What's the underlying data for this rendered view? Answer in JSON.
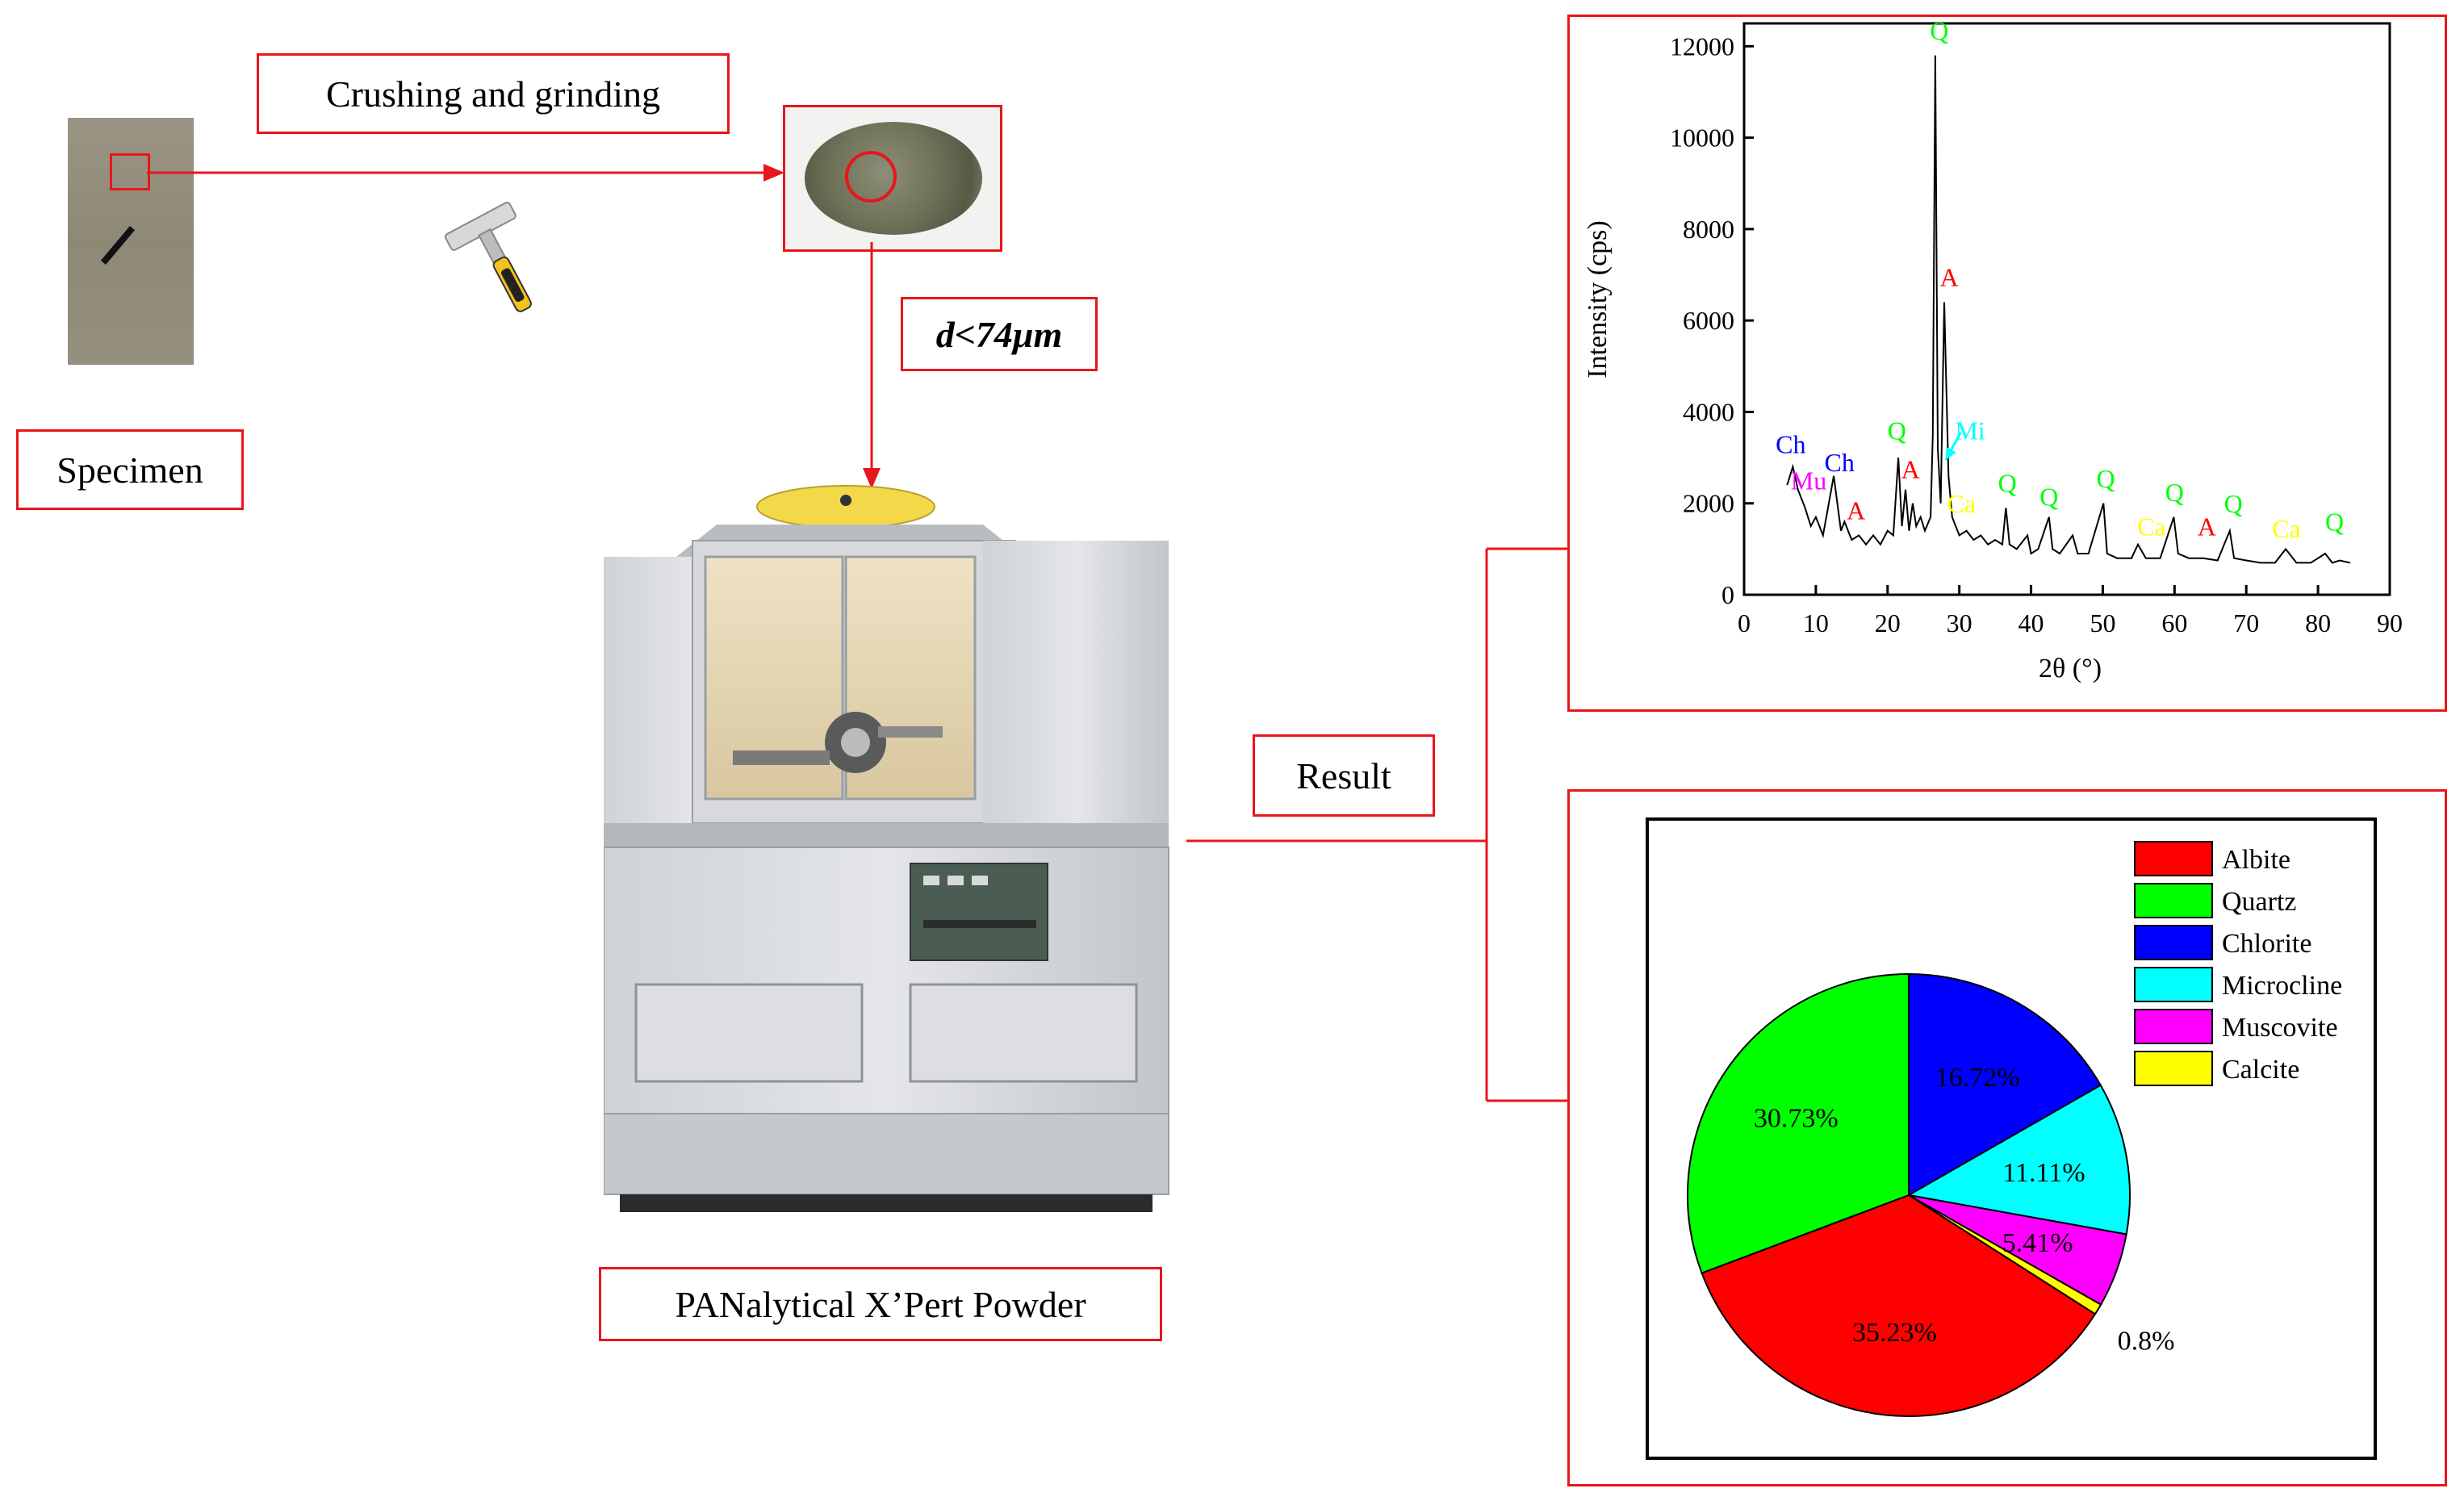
{
  "labels": {
    "crushing": "Crushing and grinding",
    "specimen": "Specimen",
    "particle_size": "d<74μm",
    "instrument": "PANalytical X’Pert Powder",
    "result": "Result"
  },
  "colors": {
    "accent_red": "#e8161b",
    "albite": "#ff0000",
    "quartz": "#00ff00",
    "chlorite": "#0000ff",
    "microcline": "#00ffff",
    "muscovite": "#ff00ff",
    "calcite": "#ffff00"
  },
  "icons": {
    "hammer": "hammer-icon",
    "specimen": "rock-specimen-photo",
    "powder": "rock-powder-photo",
    "instrument": "xrd-diffractometer-photo"
  },
  "chart_data": [
    {
      "type": "line",
      "xlabel": "2θ (°)",
      "ylabel": "Intensity (cps)",
      "xlim": [
        0,
        90
      ],
      "ylim": [
        0,
        12500
      ],
      "x_ticks": [
        0,
        10,
        20,
        30,
        40,
        50,
        60,
        70,
        80,
        90
      ],
      "y_ticks": [
        0,
        2000,
        4000,
        6000,
        8000,
        10000,
        12000
      ],
      "series": [
        {
          "x": [
            6,
            6.8,
            7.5,
            8.5,
            9.3,
            10,
            11,
            12.5,
            13.5,
            14,
            15,
            16,
            17,
            18,
            19,
            20,
            20.8,
            21.5,
            22,
            22.5,
            23,
            23.5,
            24,
            24.6,
            25.2,
            26,
            26.3,
            26.65,
            27,
            27.4,
            27.9,
            28.5,
            29,
            29.5,
            30,
            31,
            32,
            33,
            34,
            35,
            36,
            36.5,
            37,
            38,
            39.5,
            40,
            41,
            42.5,
            43,
            44,
            45.8,
            46.5,
            48,
            50.1,
            50.6,
            52,
            54,
            54.9,
            56,
            58,
            59.9,
            60.5,
            62,
            64,
            66,
            67.7,
            68.3,
            70,
            72,
            74,
            75.5,
            77,
            79,
            81,
            82,
            83,
            84.5
          ],
          "y": [
            2400,
            2800,
            2300,
            1900,
            1500,
            1700,
            1300,
            2600,
            1400,
            1600,
            1200,
            1300,
            1100,
            1300,
            1100,
            1400,
            1300,
            3000,
            1500,
            2300,
            1400,
            2000,
            1500,
            1700,
            1400,
            1700,
            3500,
            11800,
            3200,
            2000,
            6400,
            2600,
            1700,
            1500,
            1300,
            1400,
            1200,
            1300,
            1100,
            1200,
            1100,
            1900,
            1100,
            1000,
            1300,
            900,
            1000,
            1700,
            1000,
            900,
            1300,
            900,
            900,
            2000,
            900,
            800,
            800,
            1100,
            800,
            800,
            1700,
            900,
            800,
            800,
            750,
            1400,
            800,
            750,
            700,
            700,
            1000,
            700,
            700,
            900,
            700,
            750,
            700
          ]
        }
      ],
      "annotations": [
        {
          "text": "Ch",
          "mineral": "chlorite",
          "x": 6.5,
          "y": 3100
        },
        {
          "text": "Mu",
          "mineral": "muscovite",
          "x": 9,
          "y": 2300
        },
        {
          "text": "Ch",
          "mineral": "chlorite",
          "x": 13.3,
          "y": 2700
        },
        {
          "text": "A",
          "mineral": "albite",
          "x": 15.6,
          "y": 1650
        },
        {
          "text": "Q",
          "mineral": "quartz",
          "x": 21.3,
          "y": 3400
        },
        {
          "text": "A",
          "mineral": "albite",
          "x": 23.2,
          "y": 2550
        },
        {
          "text": "Q",
          "mineral": "quartz",
          "x": 27.2,
          "y": 12150
        },
        {
          "text": "A",
          "mineral": "albite",
          "x": 28.6,
          "y": 6750
        },
        {
          "text": "Mi",
          "mineral": "microcline",
          "x": 31.5,
          "y": 3400
        },
        {
          "text": "Ca",
          "mineral": "calcite",
          "x": 30.3,
          "y": 1800
        },
        {
          "text": "Q",
          "mineral": "quartz",
          "x": 36.7,
          "y": 2250
        },
        {
          "text": "Q",
          "mineral": "quartz",
          "x": 42.5,
          "y": 1950
        },
        {
          "text": "Q",
          "mineral": "quartz",
          "x": 50.4,
          "y": 2350
        },
        {
          "text": "Ca",
          "mineral": "calcite",
          "x": 56.8,
          "y": 1300
        },
        {
          "text": "Q",
          "mineral": "quartz",
          "x": 60,
          "y": 2050
        },
        {
          "text": "A",
          "mineral": "albite",
          "x": 64.5,
          "y": 1300
        },
        {
          "text": "Q",
          "mineral": "quartz",
          "x": 68.2,
          "y": 1800
        },
        {
          "text": "Ca",
          "mineral": "calcite",
          "x": 75.6,
          "y": 1250
        },
        {
          "text": "Q",
          "mineral": "quartz",
          "x": 82.3,
          "y": 1400
        }
      ],
      "pointer": {
        "from": [
          30.2,
          3550
        ],
        "to": [
          28.1,
          2950
        ]
      },
      "grid": false,
      "legend": "none"
    },
    {
      "type": "pie",
      "start_angle_deg": 0,
      "direction": "clockwise",
      "slices": [
        {
          "name": "Chlorite",
          "value": 16.72,
          "label": "16.72%",
          "color": "#0000ff",
          "label_color": "#000000"
        },
        {
          "name": "Microcline",
          "value": 11.11,
          "label": "11.11%",
          "color": "#00ffff",
          "label_color": "#000000"
        },
        {
          "name": "Muscovite",
          "value": 5.41,
          "label": "5.41%",
          "color": "#ff00ff",
          "label_color": "#000000"
        },
        {
          "name": "Calcite",
          "value": 0.8,
          "label": "0.8%",
          "color": "#ffff00",
          "label_color": "#000000",
          "label_outside": true
        },
        {
          "name": "Albite",
          "value": 35.23,
          "label": "35.23%",
          "color": "#ff0000",
          "label_color": "#000000"
        },
        {
          "name": "Quartz",
          "value": 30.73,
          "label": "30.73%",
          "color": "#00ff00",
          "label_color": "#000000"
        }
      ],
      "legend_order": [
        "Albite",
        "Quartz",
        "Chlorite",
        "Microcline",
        "Muscovite",
        "Calcite"
      ],
      "legend": "top-right"
    }
  ]
}
